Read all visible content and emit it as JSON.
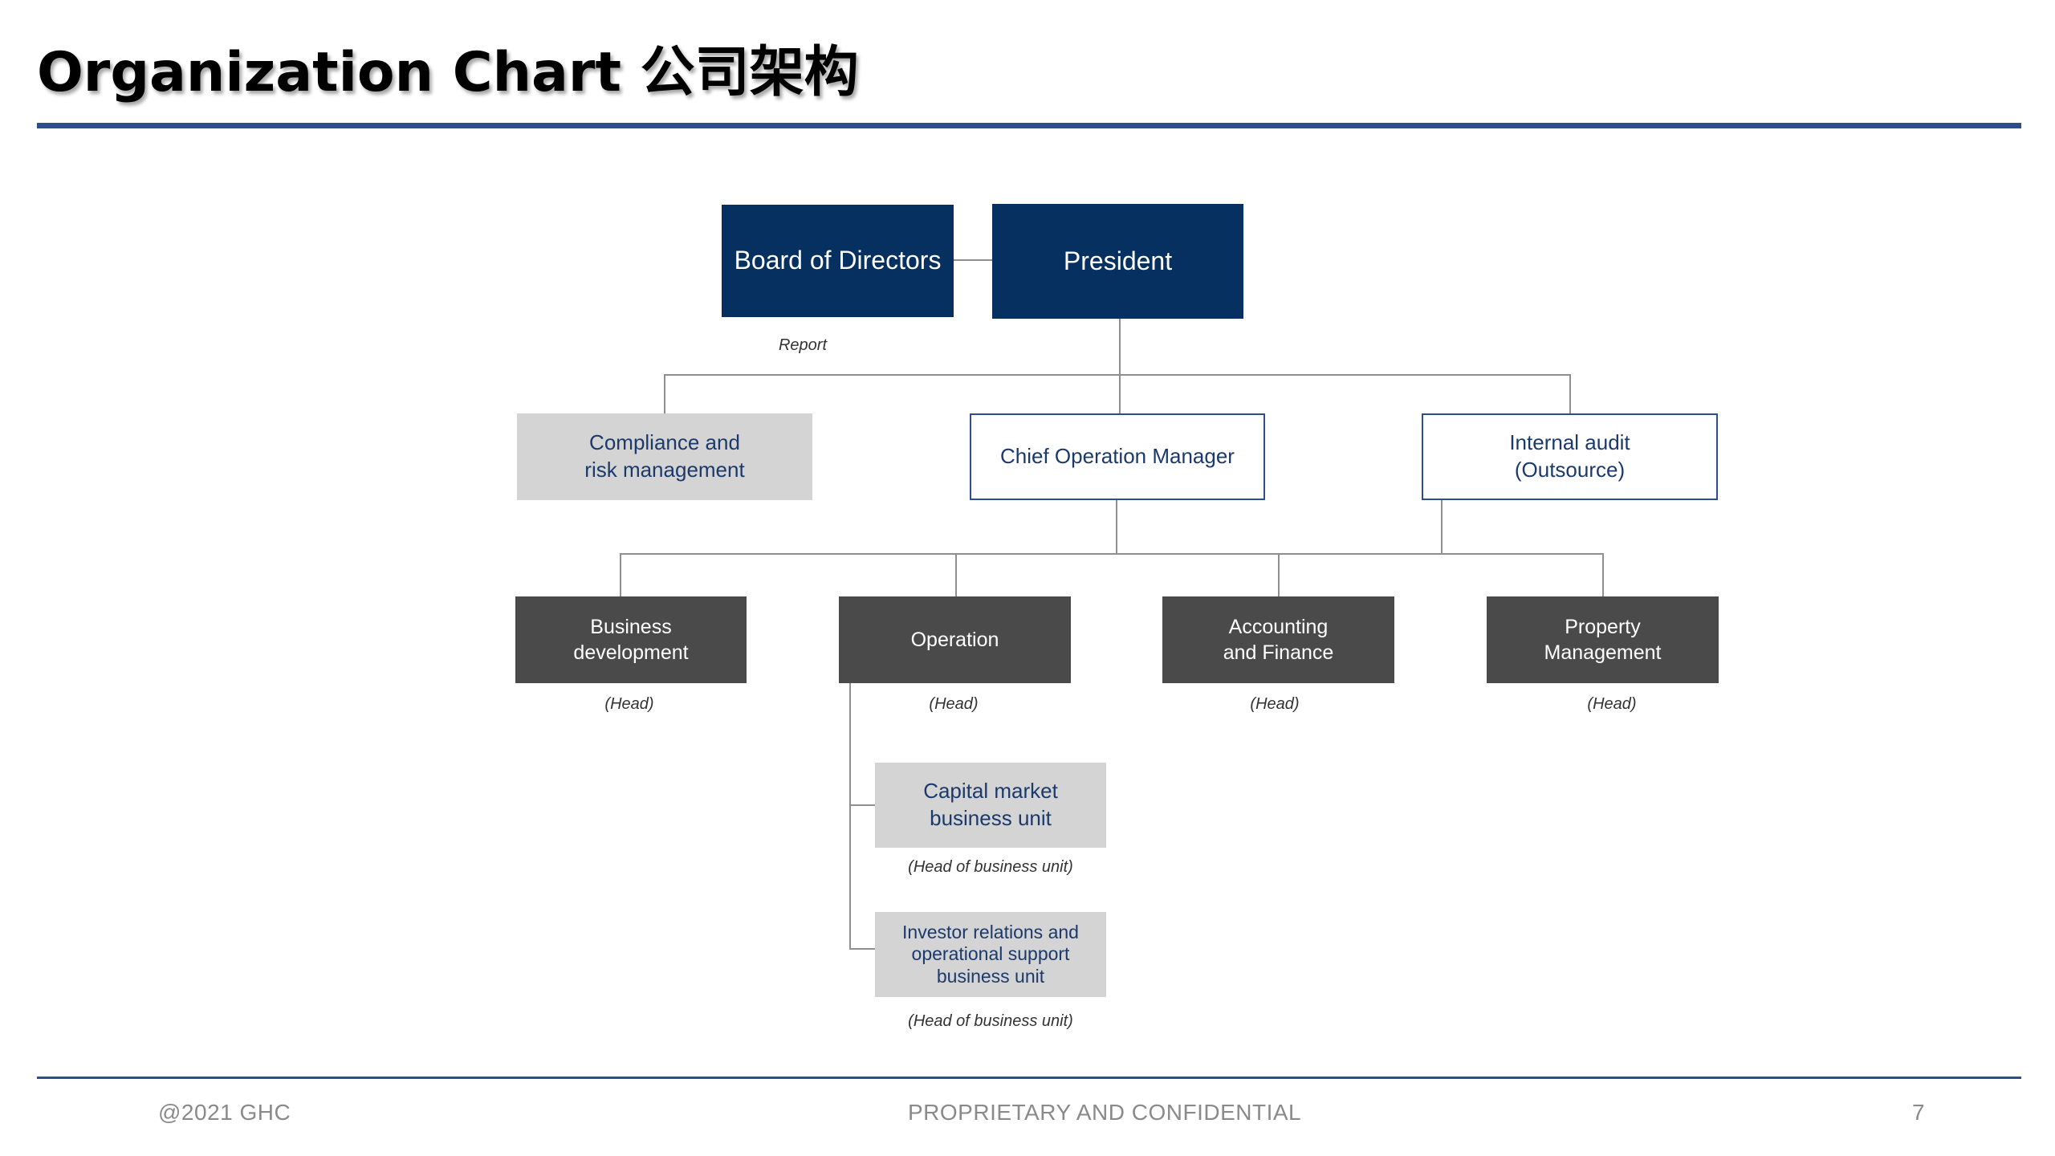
{
  "title": "Organization Chart 公司架构",
  "footer": {
    "left": "@2021 GHC",
    "center": "PROPRIETARY AND CONFIDENTIAL",
    "page": "7"
  },
  "colors": {
    "rule": "#2d4d8c",
    "navy": "#06305f",
    "light_gray": "#d4d4d4",
    "dark_gray": "#4a4a4a",
    "connector": "#8f8f8f"
  },
  "chart": {
    "board": "Board of Directors",
    "president": "President",
    "report_label": "Report",
    "compliance": "Compliance and\nrisk management",
    "com": "Chief Operation Manager",
    "internal_audit": "Internal audit\n(Outsource)",
    "departments": [
      {
        "label": "Business\ndevelopment",
        "caption": "(Head)"
      },
      {
        "label": "Operation",
        "caption": "(Head)"
      },
      {
        "label": "Accounting\nand Finance",
        "caption": "(Head)"
      },
      {
        "label": "Property\nManagement",
        "caption": "(Head)"
      }
    ],
    "units": [
      {
        "label": "Capital market\nbusiness unit",
        "caption": "(Head of business unit)"
      },
      {
        "label": "Investor relations and\noperational support\nbusiness unit",
        "caption": "(Head of business unit)"
      }
    ]
  }
}
